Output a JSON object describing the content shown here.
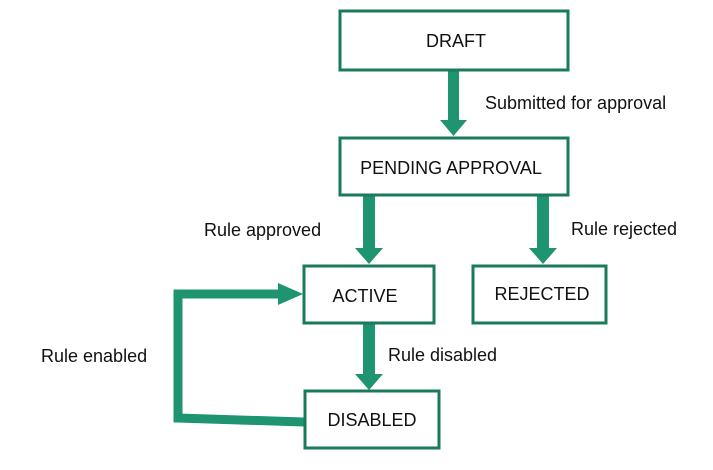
{
  "states": {
    "draft": "DRAFT",
    "pending_approval": "PENDING APPROVAL",
    "active": "ACTIVE",
    "rejected": "REJECTED",
    "disabled": "DISABLED"
  },
  "transitions": {
    "submitted_for_approval": "Submitted for approval",
    "rule_approved": "Rule approved",
    "rule_rejected": "Rule rejected",
    "rule_disabled": "Rule disabled",
    "rule_enabled": "Rule enabled"
  },
  "colors": {
    "box_border": "#1a7a5e",
    "arrow": "#1e9470",
    "text": "#111111",
    "background": "#ffffff"
  }
}
